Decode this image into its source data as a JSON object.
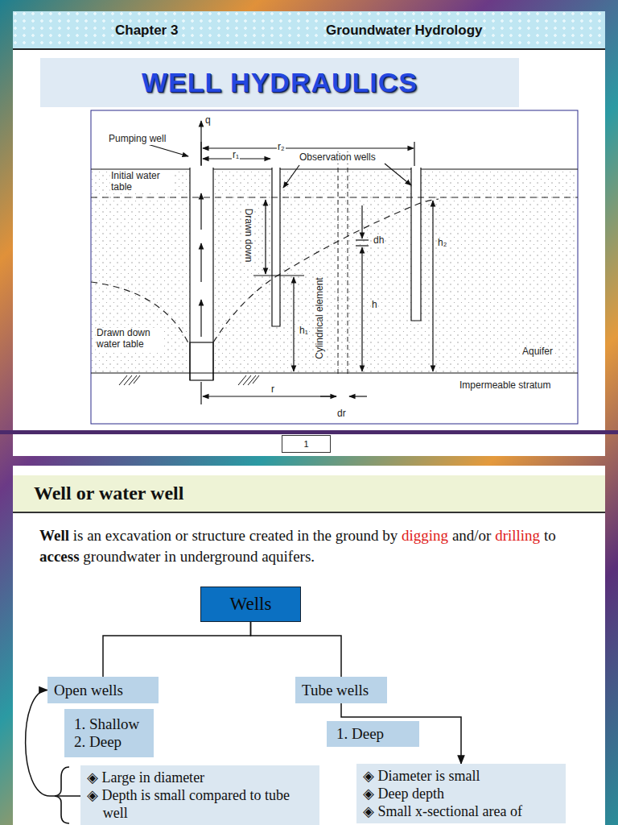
{
  "diagram": {
    "title": "WELL HYDRAULICS",
    "nodes": [
      {
        "text": [
          "Chapter 3",
          "Groundwater Hydrology"
        ]
      },
      {
        "text": [
          "1"
        ]
      },
      {
        "text": [
          "Well or water well"
        ]
      },
      {
        "text": [
          "Wells"
        ]
      },
      {
        "text": [
          "Open wells"
        ]
      },
      {
        "text": [
          "Tube wells"
        ]
      },
      {
        "text": [
          "1. Shallow",
          "2. Deep"
        ]
      },
      {
        "text": [
          "1. Deep"
        ]
      },
      {
        "text": [
          "◈ Large in diameter",
          "◈ Depth is small compared to tube well"
        ]
      },
      {
        "text": [
          "◈ Diameter is small",
          "◈ Deep depth",
          "◈ Small x-sectional area of"
        ]
      }
    ],
    "edges": [
      {
        "from": 3,
        "to": 4,
        "arrow": "none"
      },
      {
        "from": 3,
        "to": 5,
        "arrow": "none"
      },
      {
        "from": 8,
        "to": 4,
        "arrow": "to"
      },
      {
        "from": 5,
        "to": 9,
        "arrow": "to"
      }
    ],
    "labels": [
      "q",
      "Pumping well",
      "r₁",
      "r₂",
      "Observation wells",
      "Initial water table",
      "Drawn down",
      "dh",
      "h₂",
      "h",
      "Cylindrical element",
      "h₁",
      "Drawn down water table",
      "Aquifer",
      "Impermeable stratum",
      "r",
      "dr",
      "Well",
      "is an excavation or structure created in the ground by",
      "digging",
      "and/or",
      "drilling",
      "to",
      "access",
      "groundwater in underground aquifers."
    ]
  }
}
